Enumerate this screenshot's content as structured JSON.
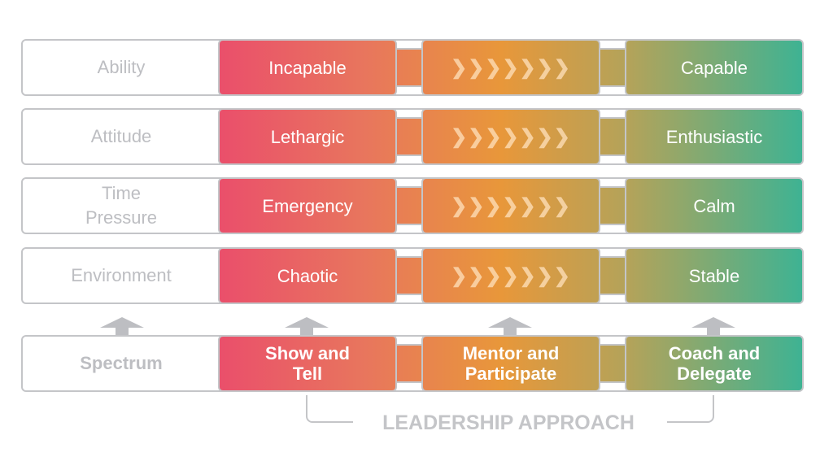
{
  "rows": [
    {
      "label": "Ability",
      "left": "Incapable",
      "middle": "❯❯❯❯❯❯❯",
      "right": "Capable"
    },
    {
      "label": "Attitude",
      "left": "Lethargic",
      "middle": "❯❯❯❯❯❯❯",
      "right": "Enthusiastic"
    },
    {
      "label": "Time Pressure",
      "left": "Emergency",
      "middle": "❯❯❯❯❯❯❯",
      "right": "Calm"
    },
    {
      "label": "Environment",
      "left": "Chaotic",
      "middle": "❯❯❯❯❯❯❯",
      "right": "Stable"
    }
  ],
  "spectrum": {
    "label": "Spectrum",
    "left": "Show and Tell",
    "middle": "Mentor and Participate",
    "right": "Coach and Delegate"
  },
  "leadership_label": "LEADERSHIP APPROACH",
  "colors": {
    "start": "#ea4f6b",
    "mid": "#e8973a",
    "end": "#3cb394",
    "border": "#c4c5c8"
  }
}
